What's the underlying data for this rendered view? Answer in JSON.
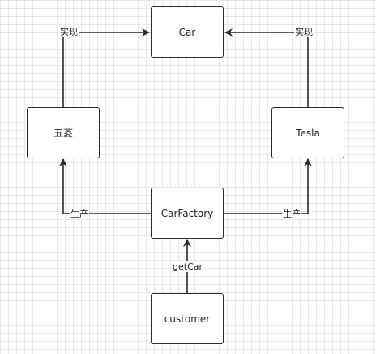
{
  "nodes": {
    "car": "Car",
    "wuling": "五菱",
    "tesla": "Tesla",
    "factory": "CarFactory",
    "customer": "customer"
  },
  "edges": {
    "wuling_car": "实现",
    "tesla_car": "实现",
    "factory_wuling": "生产",
    "factory_tesla": "生产",
    "customer_factory": "getCar"
  },
  "colors": {
    "stroke": "#2b2b2b",
    "grid": "#e8e8e8"
  }
}
